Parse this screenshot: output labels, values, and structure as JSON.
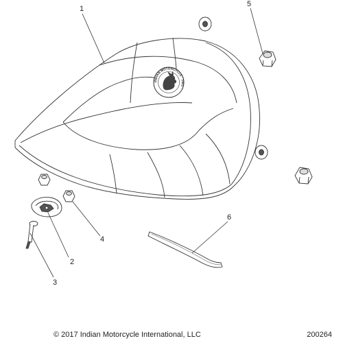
{
  "diagram": {
    "callouts": [
      "1",
      "2",
      "3",
      "4",
      "5",
      "6"
    ],
    "logo_text": "INDIAN MOTORCYCLE · 1901 ·"
  },
  "footer": {
    "copyright": "© 2017 Indian Motorcycle International, LLC",
    "figure_number": "200264"
  }
}
